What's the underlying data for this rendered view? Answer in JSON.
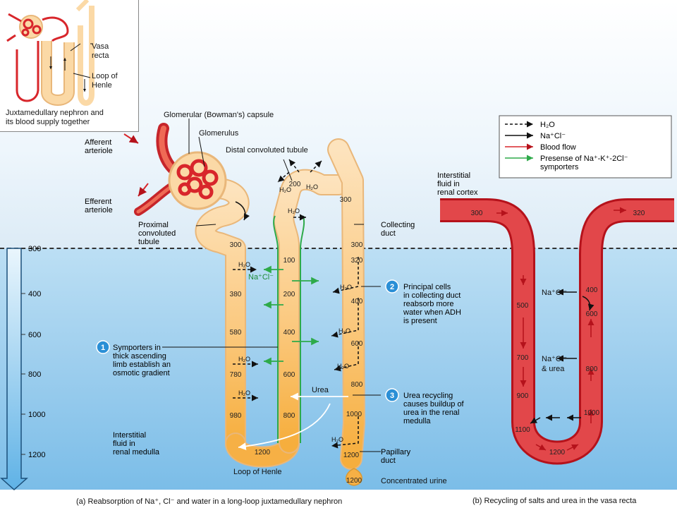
{
  "inset": {
    "vasa_recta": "Vasa\nrecta",
    "loop_of_henle": "Loop of\nHenle",
    "caption": "Juxtamedullary nephron and\nits blood supply together"
  },
  "labels": {
    "bowmans_capsule": "Glomerular (Bowman's) capsule",
    "glomerulus": "Glomerulus",
    "afferent": "Afferent\narteriole",
    "efferent": "Efferent\narteriole",
    "distal": "Distal convoluted tubule",
    "proximal": "Proximal\nconvoluted\ntubule",
    "collecting_duct": "Collecting\nduct",
    "papillary_duct": "Papillary\nduct",
    "loop_of_henle": "Loop of Henle",
    "interstitial_medulla": "Interstitial\nfluid in\nrenal medulla",
    "interstitial_cortex": "Interstitial\nfluid in\nrenal cortex",
    "concentrated_urine": "Concentrated urine",
    "urea": "Urea",
    "nacl": "Na⁺Cl⁻",
    "nacl_urea": "Na⁺Cl⁻\n& urea",
    "h2o": "H₂O"
  },
  "legend": [
    {
      "text": "H₂O",
      "style": "dashed",
      "color": "#111111"
    },
    {
      "text": "Na⁺Cl⁻",
      "style": "solid",
      "color": "#111111"
    },
    {
      "text": "Blood flow",
      "style": "solid",
      "color": "#d8262b"
    },
    {
      "text": "Presense of Na⁺-K⁺-2Cl⁻\nsymporters",
      "style": "solid",
      "color": "#2eaa4a"
    }
  ],
  "callouts": [
    {
      "num": "1",
      "text": "Symporters in\nthick ascending\nlimb establish an\nosmotic gradient"
    },
    {
      "num": "2",
      "text": "Principal cells\nin collecting duct\nreabsorb more\nwater when ADH\nis present"
    },
    {
      "num": "3",
      "text": "Urea recycling\ncauses buildup of\nurea in the renal\nmedulla"
    }
  ],
  "scale_ticks": [
    "300",
    "400",
    "600",
    "800",
    "1000",
    "1200"
  ],
  "values": {
    "descending": [
      "300",
      "380",
      "580",
      "780",
      "980"
    ],
    "ascending": [
      "100",
      "200",
      "400",
      "600",
      "800"
    ],
    "distal": "200",
    "bottom": "1200",
    "collecting": [
      "300",
      "300",
      "320",
      "400",
      "600",
      "800",
      "1000",
      "1200"
    ],
    "urine": "1200",
    "vasa_left": [
      "300",
      "500",
      "700",
      "900",
      "1100"
    ],
    "vasa_right": [
      "320",
      "400",
      "600",
      "800",
      "1000"
    ],
    "vasa_bottom": "1200"
  },
  "captions": {
    "a": "(a) Reabsorption of Na⁺, Cl⁻ and water in a long-loop juxtamedullary nephron",
    "b": "(b) Recycling of salts and urea in the vasa recta"
  },
  "colors": {
    "tubule": "#fbd9a6",
    "tubule_edge": "#e9b77a",
    "blood": "#e0393b",
    "green": "#2eaa4a",
    "callout": "#2a8fd6"
  }
}
